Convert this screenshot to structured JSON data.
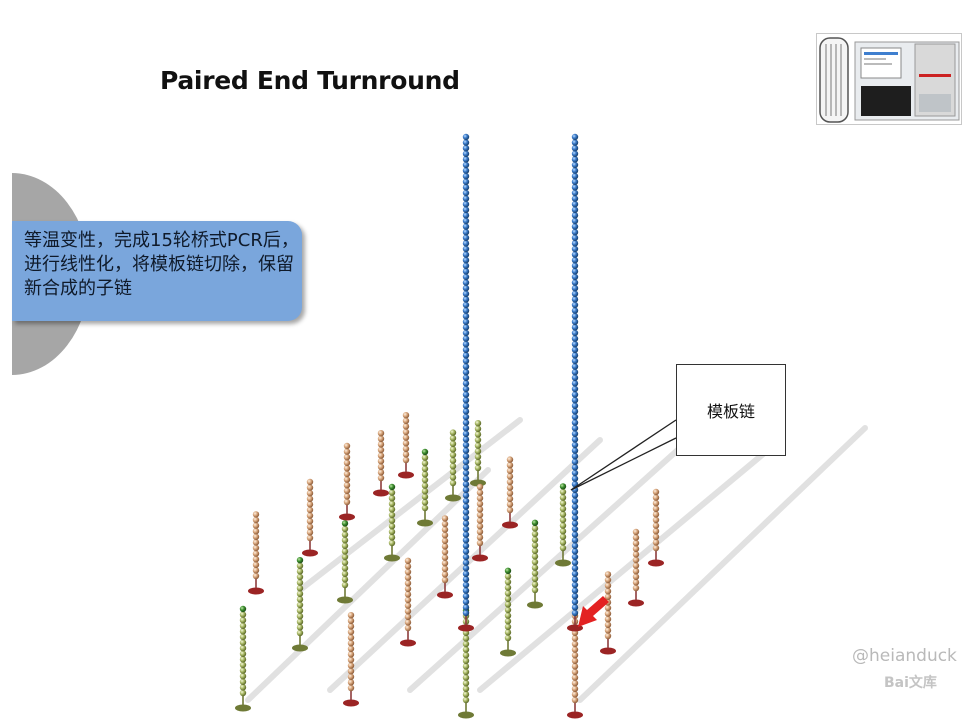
{
  "slide": {
    "title": "Paired End Turnround",
    "note": "等温变性，完成15轮桥式PCR后，进行线性化，将模板链切除，保留新合成的子链",
    "callout": "模板链"
  },
  "watermark": {
    "user": "@heianduck",
    "brand": "Bai文库"
  },
  "colors": {
    "strand_blue": "#3f7fcf",
    "strand_tan": "#d8a67c",
    "strand_olive": "#a8b865",
    "bead_tip_green": "#3c8f2e",
    "arrow_red": "#e32222",
    "note_box": "#7aa6dc",
    "tab_grey": "#a6a6a6"
  },
  "icons": {
    "thumbnail": "sequencer-instrument-icon",
    "arrow": "red-arrow-icon"
  }
}
